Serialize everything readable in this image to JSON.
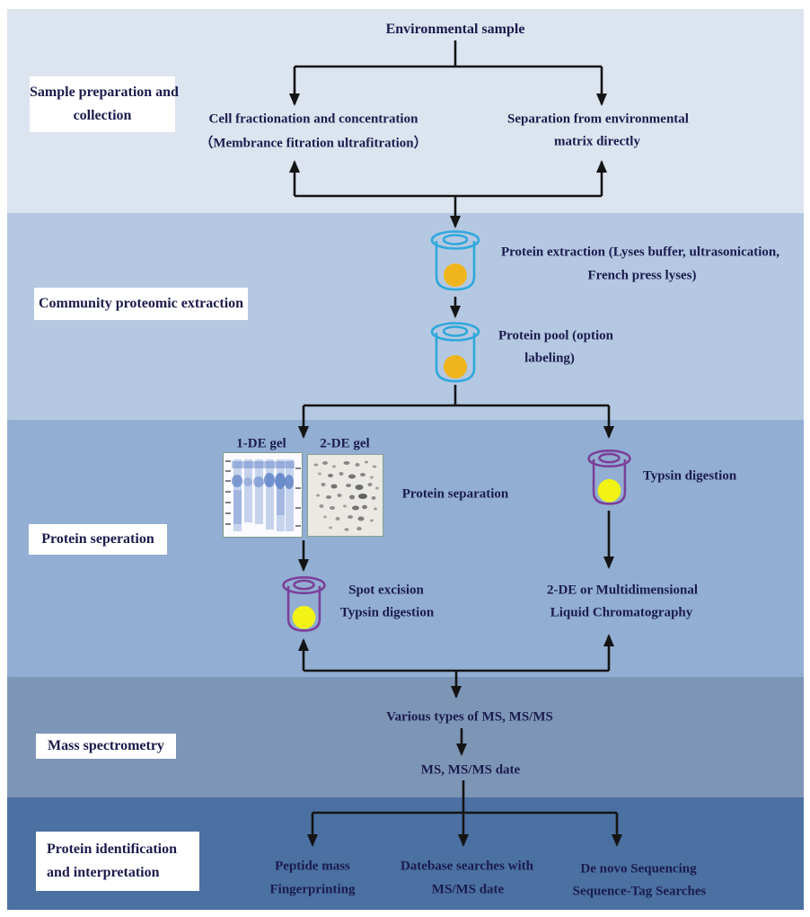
{
  "figure": {
    "type": "flowchart",
    "title_implicit": "Metaproteomics workflow"
  },
  "palette": {
    "page_bg": "#ffffff",
    "band1": "#dce4f0",
    "band2": "#b5c8e2",
    "band3": "#92aed2",
    "band4": "#7e96b6",
    "band5": "#4b70a2",
    "text": "#1b1b4d",
    "line": "#141414",
    "label_box_bg": "#ffffff",
    "tube_cyan": "#2fa8dc",
    "tube_purple": "#7a4099",
    "ball_orange": "#f0b41c",
    "ball_yellow": "#f2f215"
  },
  "icons": {
    "tube_protein_extraction": "test-tube-icon",
    "tube_protein_pool": "test-tube-icon",
    "tube_typsin_right": "test-tube-icon",
    "tube_spot_excision": "test-tube-icon",
    "gel_1de": "gel-image",
    "gel_2de": "gel-image"
  },
  "bands": [
    {
      "name": "Sample preparation and collection",
      "label_lines": [
        "Sample preparation and",
        "collection"
      ],
      "color": "#dce4f0"
    },
    {
      "name": "Community proteomic extraction",
      "label_lines": [
        "Community proteomic extraction"
      ],
      "color": "#b5c8e2"
    },
    {
      "name": "Protein seperation",
      "label_lines": [
        "Protein seperation"
      ],
      "color": "#92aed2"
    },
    {
      "name": "Mass spectrometry",
      "label_lines": [
        "Mass spectrometry"
      ],
      "color": "#7e96b6"
    },
    {
      "name": "Protein identification and interpretation",
      "label_lines": [
        "Protein identification",
        "and interpretation"
      ],
      "color": "#4b70a2"
    }
  ],
  "flow": {
    "environmental_sample": "Environmental sample",
    "cell_fractionation": {
      "l1": "Cell fractionation and concentration",
      "l2": "（Membrance fitration ultrafitration）"
    },
    "separation_env": {
      "l1": "Separation from environmental",
      "l2": "matrix directly"
    },
    "protein_extraction": {
      "l1": "Protein extraction (Lyses buffer, ultrasonication,",
      "l2": "French press lyses)"
    },
    "protein_pool": {
      "l1": "Protein pool (option",
      "l2": "labeling)"
    },
    "gel_1de_label": "1-DE gel",
    "gel_2de_label": "2-DE gel",
    "protein_separation": "Protein separation",
    "typsin_digestion": "Typsin digestion",
    "spot_excision": {
      "l1": "Spot excision",
      "l2": "Typsin digestion"
    },
    "liquid_chromatography": {
      "l1": "2-DE or Multidimensional",
      "l2": "Liquid Chromatography"
    },
    "various_ms": "Various types of MS, MS/MS",
    "ms_data": "MS, MS/MS date",
    "peptide_mass": {
      "l1": "Peptide mass",
      "l2": "Fingerprinting"
    },
    "database_search": {
      "l1": "Datebase searches with",
      "l2": "MS/MS date"
    },
    "de_novo": {
      "l1": "De novo Sequencing",
      "l2": "Sequence-Tag Searches"
    }
  }
}
